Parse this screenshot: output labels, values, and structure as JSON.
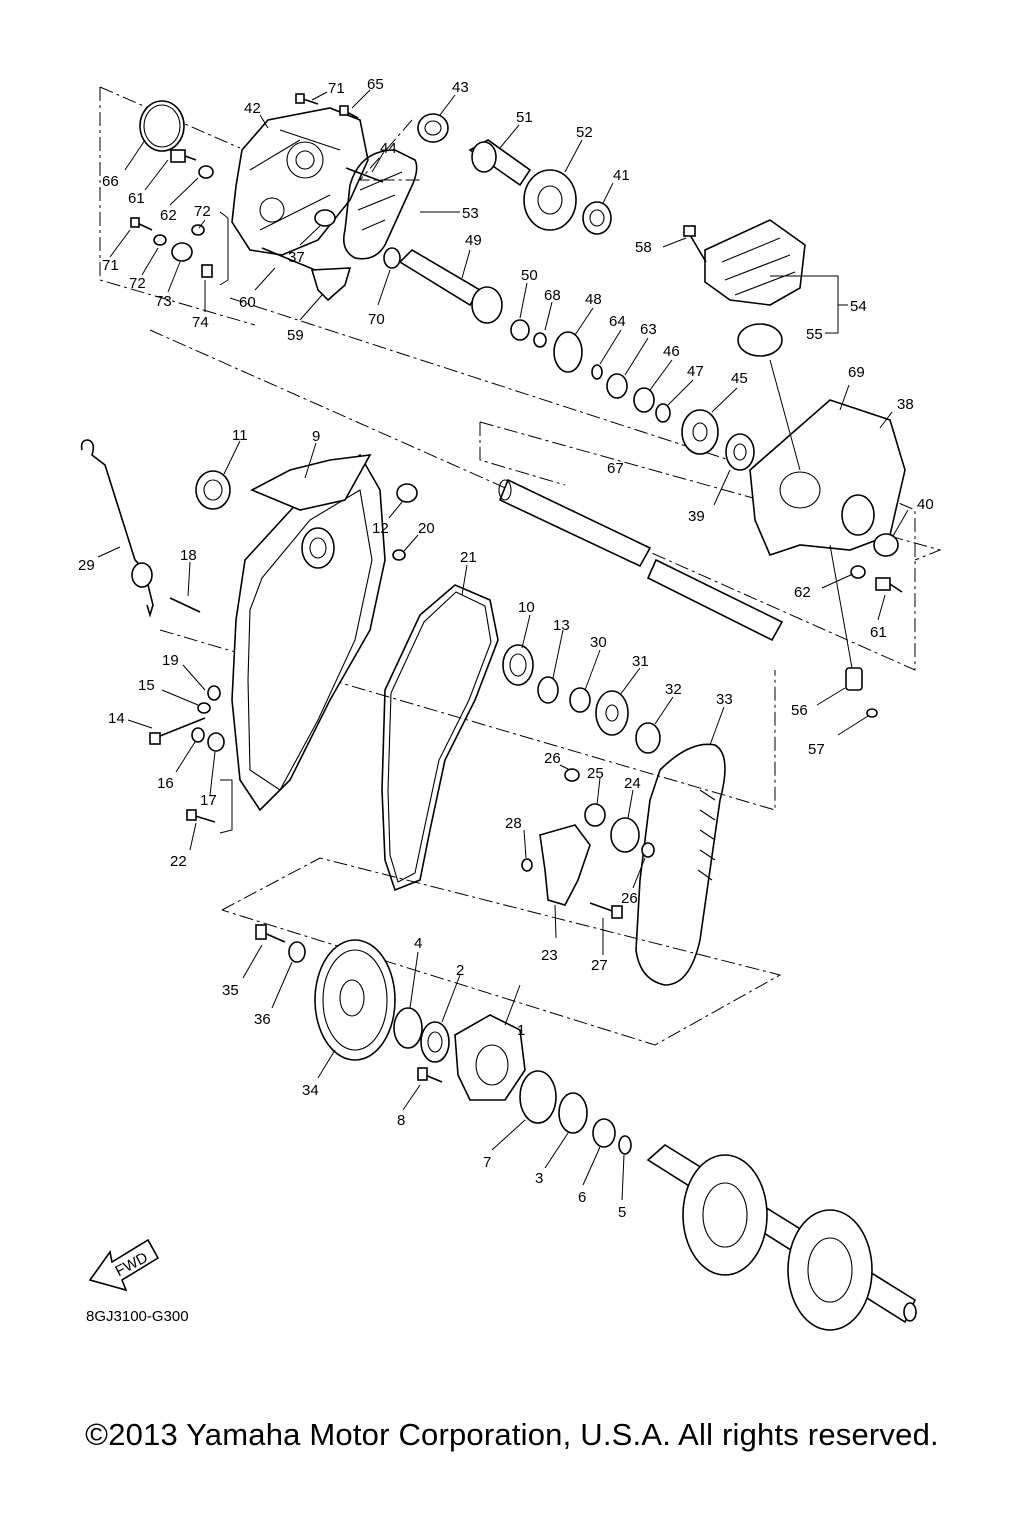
{
  "diagram": {
    "code": "8GJ3100-G300",
    "copyright": "©2013 Yamaha Motor Corporation, U.S.A. All rights reserved.",
    "fwd_marker": "FWD",
    "parts": [
      {
        "id": "p1",
        "label": "1"
      },
      {
        "id": "p2",
        "label": "2"
      },
      {
        "id": "p3",
        "label": "3"
      },
      {
        "id": "p4",
        "label": "4"
      },
      {
        "id": "p5",
        "label": "5"
      },
      {
        "id": "p6",
        "label": "6"
      },
      {
        "id": "p7",
        "label": "7"
      },
      {
        "id": "p8",
        "label": "8"
      },
      {
        "id": "p9",
        "label": "9"
      },
      {
        "id": "p10",
        "label": "10"
      },
      {
        "id": "p11",
        "label": "11"
      },
      {
        "id": "p12",
        "label": "12"
      },
      {
        "id": "p13",
        "label": "13"
      },
      {
        "id": "p14",
        "label": "14"
      },
      {
        "id": "p15",
        "label": "15"
      },
      {
        "id": "p16",
        "label": "16"
      },
      {
        "id": "p17",
        "label": "17"
      },
      {
        "id": "p18",
        "label": "18"
      },
      {
        "id": "p19",
        "label": "19"
      },
      {
        "id": "p20",
        "label": "20"
      },
      {
        "id": "p21",
        "label": "21"
      },
      {
        "id": "p22",
        "label": "22"
      },
      {
        "id": "p23",
        "label": "23"
      },
      {
        "id": "p24",
        "label": "24"
      },
      {
        "id": "p25",
        "label": "25"
      },
      {
        "id": "p26a",
        "label": "26"
      },
      {
        "id": "p26b",
        "label": "26"
      },
      {
        "id": "p27",
        "label": "27"
      },
      {
        "id": "p28",
        "label": "28"
      },
      {
        "id": "p29",
        "label": "29"
      },
      {
        "id": "p30",
        "label": "30"
      },
      {
        "id": "p31",
        "label": "31"
      },
      {
        "id": "p32",
        "label": "32"
      },
      {
        "id": "p33",
        "label": "33"
      },
      {
        "id": "p34",
        "label": "34"
      },
      {
        "id": "p35",
        "label": "35"
      },
      {
        "id": "p36",
        "label": "36"
      },
      {
        "id": "p37",
        "label": "37"
      },
      {
        "id": "p38",
        "label": "38"
      },
      {
        "id": "p39",
        "label": "39"
      },
      {
        "id": "p40",
        "label": "40"
      },
      {
        "id": "p41",
        "label": "41"
      },
      {
        "id": "p42",
        "label": "42"
      },
      {
        "id": "p43",
        "label": "43"
      },
      {
        "id": "p44",
        "label": "44"
      },
      {
        "id": "p45",
        "label": "45"
      },
      {
        "id": "p46",
        "label": "46"
      },
      {
        "id": "p47",
        "label": "47"
      },
      {
        "id": "p48",
        "label": "48"
      },
      {
        "id": "p49",
        "label": "49"
      },
      {
        "id": "p50",
        "label": "50"
      },
      {
        "id": "p51",
        "label": "51"
      },
      {
        "id": "p52",
        "label": "52"
      },
      {
        "id": "p53",
        "label": "53"
      },
      {
        "id": "p54",
        "label": "54"
      },
      {
        "id": "p55",
        "label": "55"
      },
      {
        "id": "p56",
        "label": "56"
      },
      {
        "id": "p57",
        "label": "57"
      },
      {
        "id": "p58",
        "label": "58"
      },
      {
        "id": "p59",
        "label": "59"
      },
      {
        "id": "p60",
        "label": "60"
      },
      {
        "id": "p61a",
        "label": "61"
      },
      {
        "id": "p61b",
        "label": "61"
      },
      {
        "id": "p62a",
        "label": "62"
      },
      {
        "id": "p62b",
        "label": "62"
      },
      {
        "id": "p63",
        "label": "63"
      },
      {
        "id": "p64",
        "label": "64"
      },
      {
        "id": "p65",
        "label": "65"
      },
      {
        "id": "p66",
        "label": "66"
      },
      {
        "id": "p67",
        "label": "67"
      },
      {
        "id": "p68",
        "label": "68"
      },
      {
        "id": "p69",
        "label": "69"
      },
      {
        "id": "p70",
        "label": "70"
      },
      {
        "id": "p71a",
        "label": "71"
      },
      {
        "id": "p71b",
        "label": "71"
      },
      {
        "id": "p72a",
        "label": "72"
      },
      {
        "id": "p72b",
        "label": "72"
      },
      {
        "id": "p73",
        "label": "73"
      },
      {
        "id": "p74",
        "label": "74"
      }
    ]
  }
}
